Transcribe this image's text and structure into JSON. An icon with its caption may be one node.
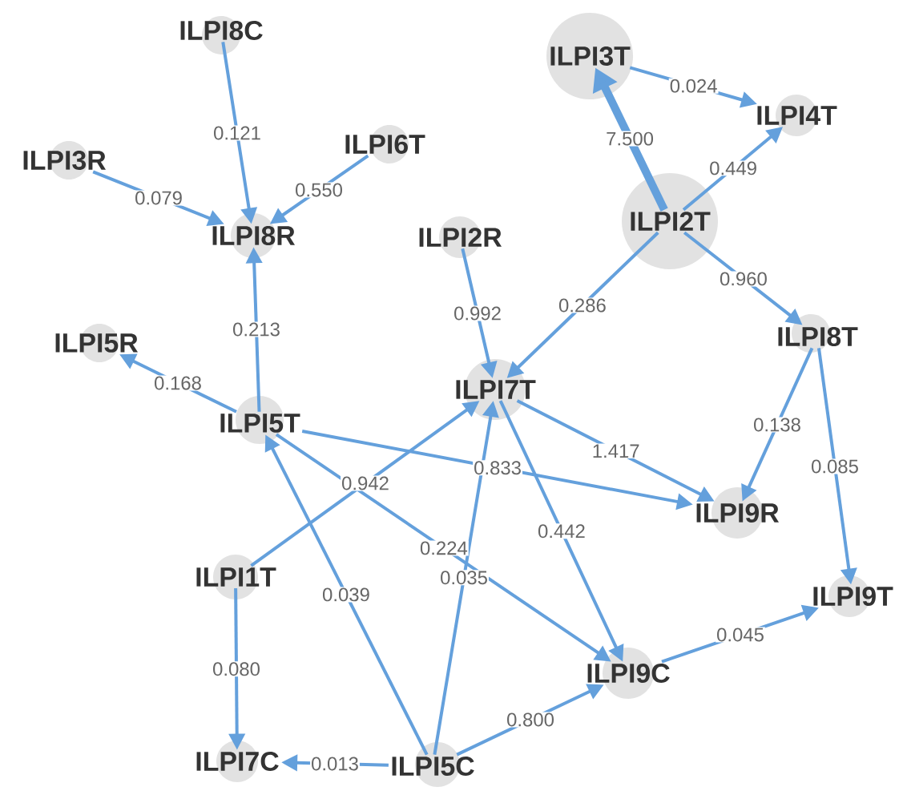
{
  "diagram": {
    "nodes": [
      {
        "text": [
          "ILPI8C"
        ]
      },
      {
        "text": [
          "ILPI3R"
        ]
      },
      {
        "text": [
          "ILPI6T"
        ]
      },
      {
        "text": [
          "ILPI8R"
        ]
      },
      {
        "text": [
          "ILPI3T"
        ]
      },
      {
        "text": [
          "ILPI4T"
        ]
      },
      {
        "text": [
          "ILPI2T"
        ]
      },
      {
        "text": [
          "ILPI2R"
        ]
      },
      {
        "text": [
          "ILPI5R"
        ]
      },
      {
        "text": [
          "ILPI8T"
        ]
      },
      {
        "text": [
          "ILPI5T"
        ]
      },
      {
        "text": [
          "ILPI7T"
        ]
      },
      {
        "text": [
          "ILPI9R"
        ]
      },
      {
        "text": [
          "ILPI1T"
        ]
      },
      {
        "text": [
          "ILPI9T"
        ]
      },
      {
        "text": [
          "ILPI9C"
        ]
      },
      {
        "text": [
          "ILPI7C"
        ]
      },
      {
        "text": [
          "ILPI5C"
        ]
      }
    ],
    "edges": [
      {
        "from": 0,
        "to": 3,
        "arrow": "to",
        "label": "0.121"
      },
      {
        "from": 1,
        "to": 3,
        "arrow": "to",
        "label": "0.079"
      },
      {
        "from": 2,
        "to": 3,
        "arrow": "to",
        "label": "0.550"
      },
      {
        "from": 10,
        "to": 3,
        "arrow": "to",
        "label": "0.213"
      },
      {
        "from": 10,
        "to": 8,
        "arrow": "to",
        "label": "0.168"
      },
      {
        "from": 6,
        "to": 4,
        "arrow": "to",
        "label": "7.500",
        "style": "thick"
      },
      {
        "from": 4,
        "to": 5,
        "arrow": "to",
        "label": "0.024"
      },
      {
        "from": 6,
        "to": 5,
        "arrow": "to",
        "label": "0.449"
      },
      {
        "from": 6,
        "to": 11,
        "arrow": "to",
        "label": "0.286"
      },
      {
        "from": 6,
        "to": 9,
        "arrow": "to",
        "label": "0.960"
      },
      {
        "from": 7,
        "to": 11,
        "arrow": "to",
        "label": "0.992"
      },
      {
        "from": 9,
        "to": 12,
        "arrow": "to",
        "label": "0.138"
      },
      {
        "from": 9,
        "to": 14,
        "arrow": "to",
        "label": "0.085"
      },
      {
        "from": 11,
        "to": 12,
        "arrow": "to",
        "label": "1.417"
      },
      {
        "from": 10,
        "to": 12,
        "arrow": "to",
        "label": "0.833"
      },
      {
        "from": 13,
        "to": 11,
        "arrow": "to",
        "label": "0.942"
      },
      {
        "from": 10,
        "to": 15,
        "arrow": "to",
        "label": "0.224"
      },
      {
        "from": 11,
        "to": 15,
        "arrow": "to",
        "label": "0.442"
      },
      {
        "from": 17,
        "to": 11,
        "arrow": "to",
        "label": "0.035"
      },
      {
        "from": 17,
        "to": 10,
        "arrow": "to",
        "label": "0.039"
      },
      {
        "from": 17,
        "to": 15,
        "arrow": "to",
        "label": "0.800"
      },
      {
        "from": 15,
        "to": 14,
        "arrow": "to",
        "label": "0.045"
      },
      {
        "from": 17,
        "to": 16,
        "arrow": "to",
        "label": "0.013"
      },
      {
        "from": 13,
        "to": 16,
        "arrow": "to",
        "label": "0.080"
      }
    ]
  }
}
